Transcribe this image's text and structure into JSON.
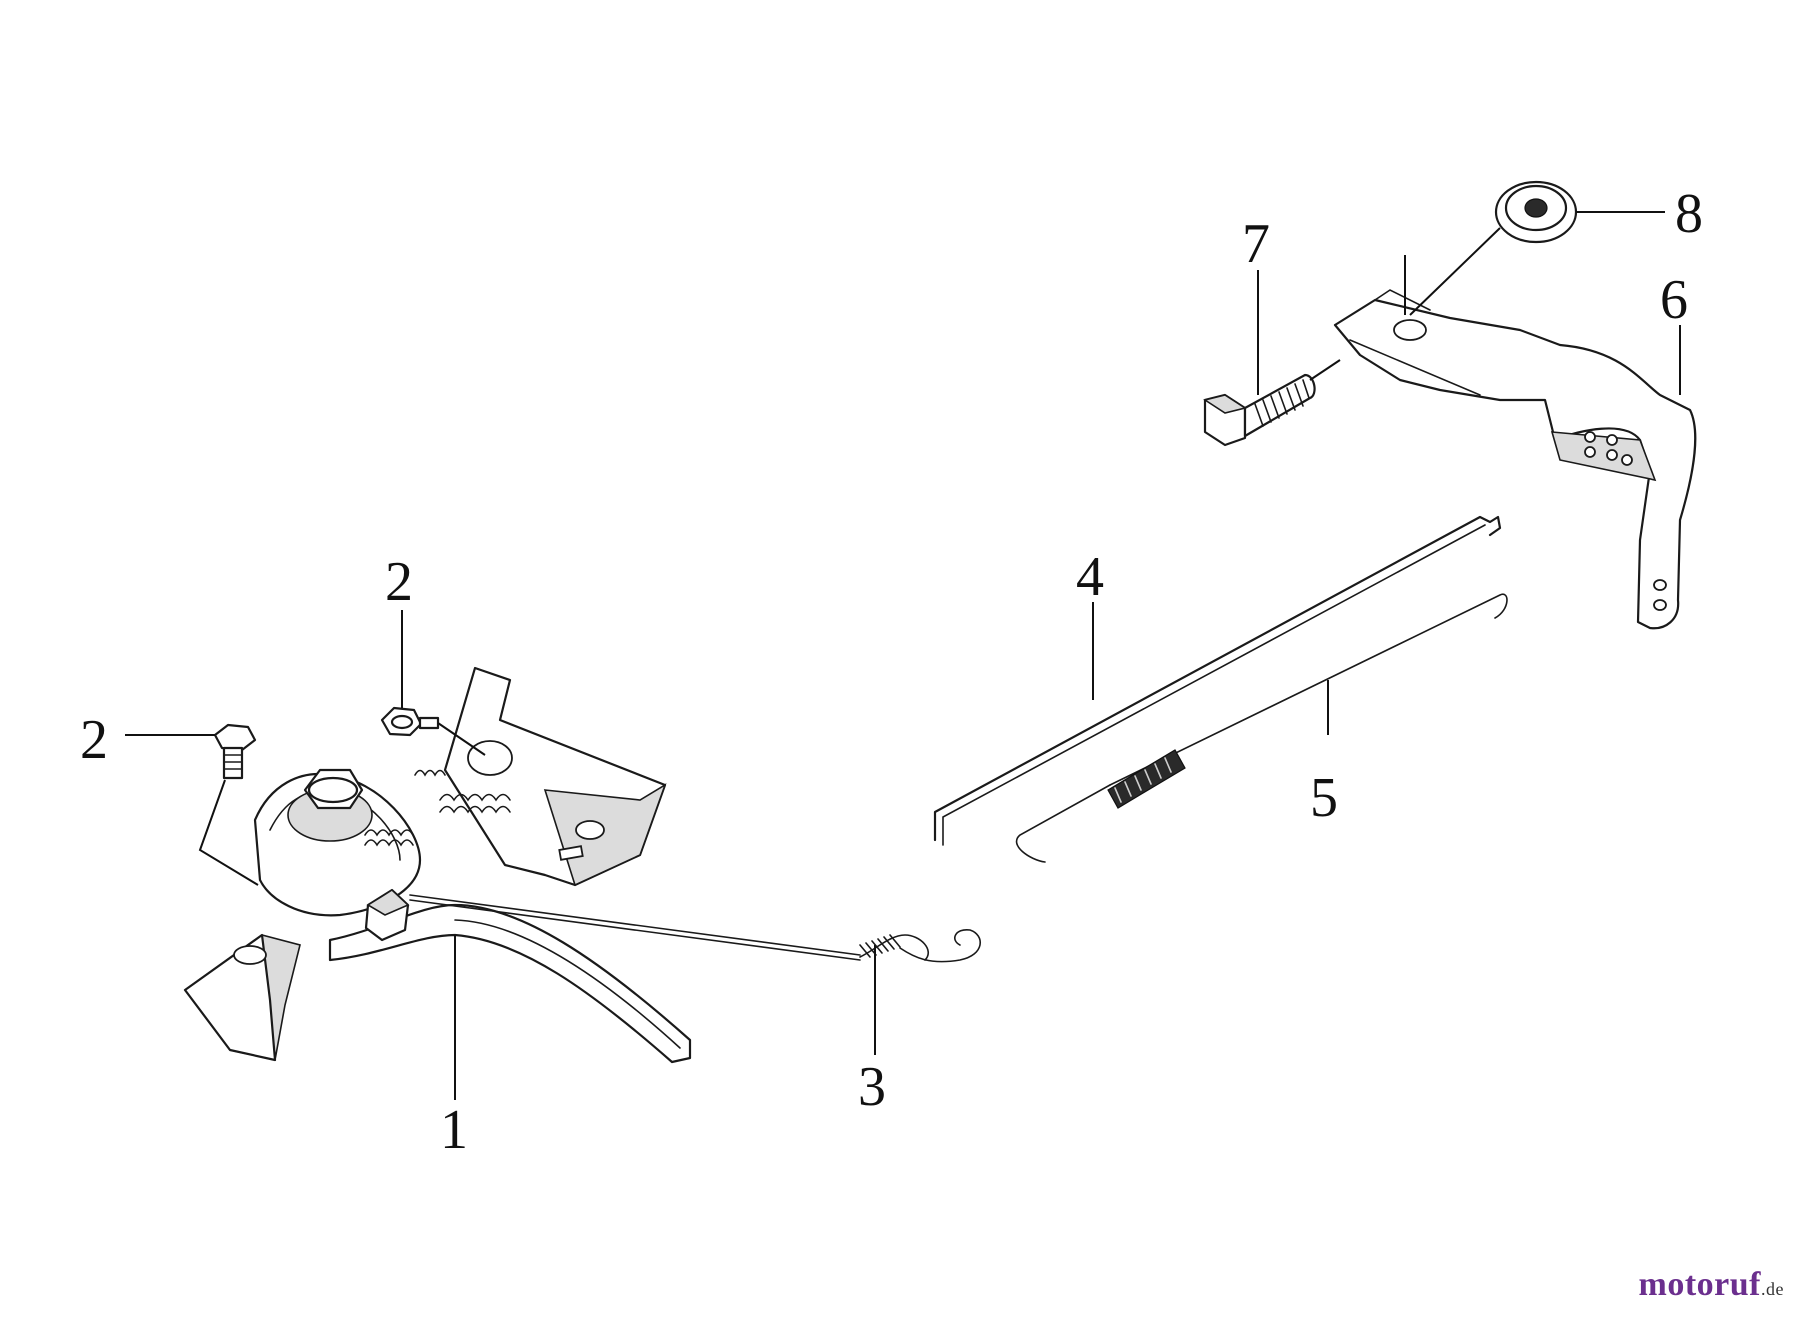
{
  "callouts": {
    "c1": "1",
    "c2a": "2",
    "c2b": "2",
    "c3": "3",
    "c4": "4",
    "c5": "5",
    "c6": "6",
    "c7": "7",
    "c8": "8"
  },
  "watermark": {
    "main": "motoruf",
    "tld": ".de"
  },
  "colors": {
    "line": "#1a1a1a",
    "watermark_brand": "#6b2f8e"
  }
}
